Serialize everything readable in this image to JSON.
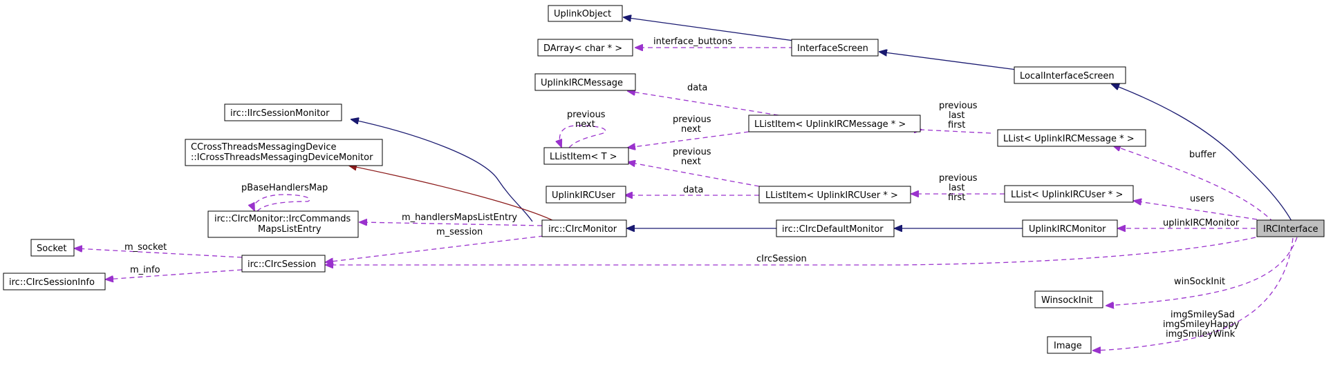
{
  "colors": {
    "inheritance": "#191970",
    "protected_inheritance": "#8b1a1a",
    "usage": "#9a32cd",
    "selected_fill": "#bfbfbf"
  },
  "nodes": {
    "uplink_object": "UplinkObject",
    "darray_char": "DArray< char * >",
    "interface_screen": "InterfaceScreen",
    "local_interface_screen": "LocalInterfaceScreen",
    "uplink_irc_message": "UplinkIRCMessage",
    "llistitem_message": "LListItem< UplinkIRCMessage * >",
    "llist_message": "LList< UplinkIRCMessage * >",
    "isession_monitor": "irc::IIrcSessionMonitor",
    "cross_threads_line1": "CCrossThreadsMessagingDevice",
    "cross_threads_line2": "::ICrossThreadsMessagingDeviceMonitor",
    "llistitem_t": "LListItem< T >",
    "commands_maps_line1": "irc::CIrcMonitor::IrcCommands",
    "commands_maps_line2": "MapsListEntry",
    "uplink_irc_user": "UplinkIRCUser",
    "llistitem_user": "LListItem< UplinkIRCUser * >",
    "llist_user": "LList< UplinkIRCUser * >",
    "socket": "Socket",
    "irc_monitor": "irc::CIrcMonitor",
    "irc_default_monitor": "irc::CIrcDefaultMonitor",
    "uplink_irc_monitor": "UplinkIRCMonitor",
    "irc_interface": "IRCInterface",
    "session_info": "irc::CIrcSessionInfo",
    "irc_session": "irc::CIrcSession",
    "winsock_init": "WinsockInit",
    "image": "Image"
  },
  "edge_labels": {
    "interface_buttons": "interface_buttons",
    "message_data": "data",
    "llistitem_t_self_1": "previous",
    "llistitem_t_self_2": "next",
    "msg_item_prev": "previous",
    "msg_item_next": "next",
    "msg_list_prev": "previous",
    "msg_list_last": "last",
    "msg_list_first": "first",
    "user_item_prev": "previous",
    "user_item_next": "next",
    "user_data": "data",
    "user_list_prev": "previous",
    "user_list_last": "last",
    "user_list_first": "first",
    "buffer": "buffer",
    "users": "users",
    "pbase_handlers_map": "pBaseHandlersMap",
    "m_handlers_maps_list_entry": "m_handlersMapsListEntry",
    "m_session": "m_session",
    "uplink_irc_monitor_member": "uplinkIRCMonitor",
    "m_socket": "m_socket",
    "m_info": "m_info",
    "circ_session": "cIrcSession",
    "win_sock_init": "winSockInit",
    "img_smiley_sad": "imgSmileySad",
    "img_smiley_happy": "imgSmileyHappy",
    "img_smiley_wink": "imgSmileyWink"
  }
}
